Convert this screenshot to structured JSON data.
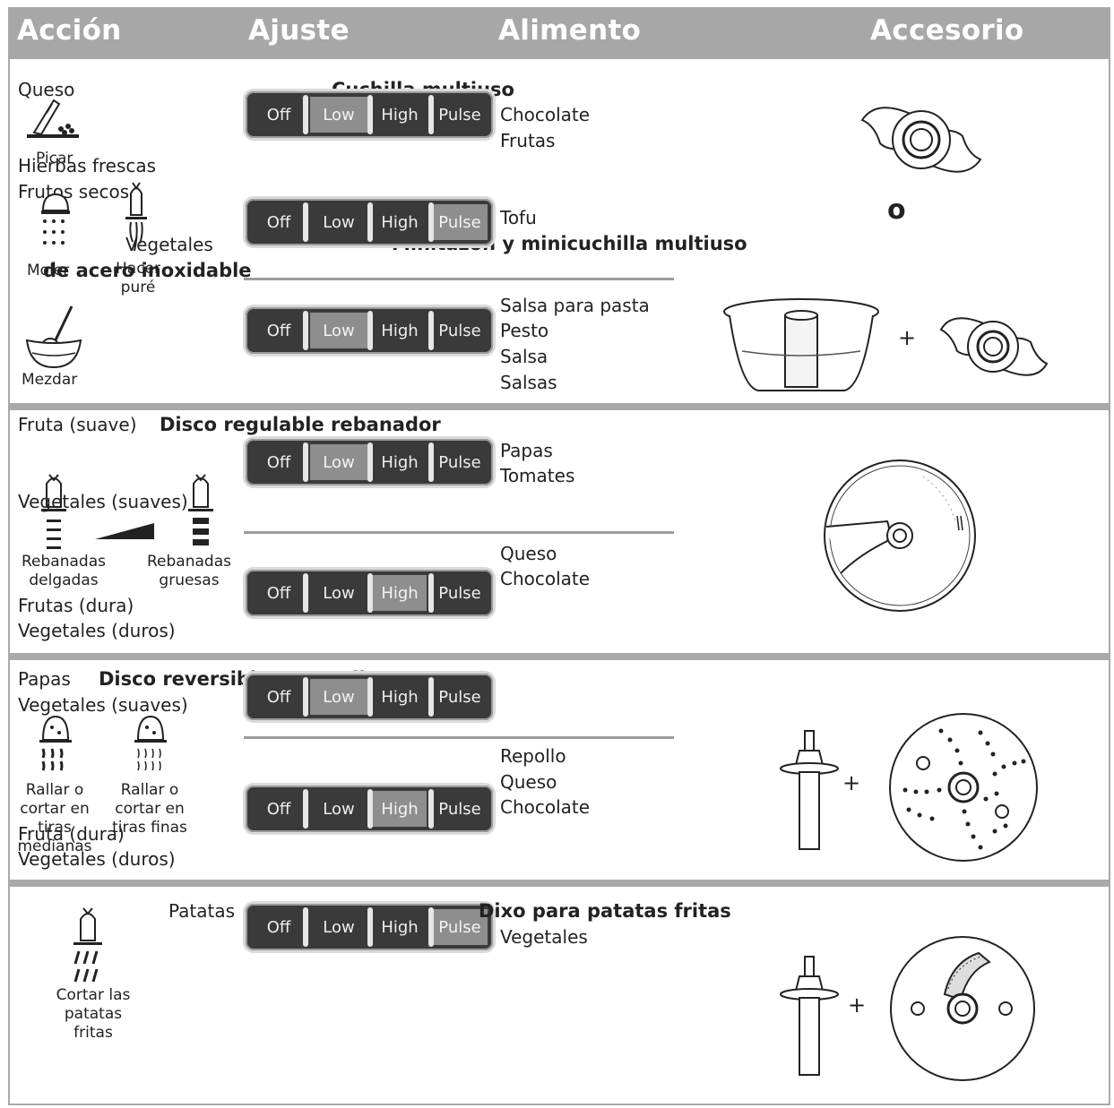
{
  "header": {
    "col_accion": "Acción",
    "col_ajuste": "Ajuste",
    "col_alimento": "Alimento",
    "col_accesorio": "Accesorio"
  },
  "controls": {
    "off": "Off",
    "low": "Low",
    "high": "High",
    "pulse": "Pulse"
  },
  "section1": {
    "accion_picar_food": "Queso",
    "accion_picar_label": "Picar",
    "hierbas": "Hierbas frescas",
    "frutos": "Frutos secos",
    "moler_label": "Moler",
    "vegetales": "Vegetales",
    "pure_label": "Hacer puré",
    "mezclar_label": "Mezdar",
    "accessory_title_1": "Cuchilla multiuso",
    "accessory_title_2": "Minitazón y minicuchilla multiuso",
    "accessory_title_3": "de acero inoxidable",
    "row1_selected": "low",
    "row2_selected": "pulse",
    "row3_selected": "low",
    "row1_foods": [
      "Chocolate",
      "Frutas"
    ],
    "row2_foods": [
      "Tofu"
    ],
    "row3_foods": [
      "Salsa para pasta",
      "Pesto",
      "Salsa",
      "Salsas"
    ],
    "or_text": "o",
    "plus": "+"
  },
  "section2": {
    "title": "Disco regulable rebanador",
    "fruta_suave": "Fruta (suave)",
    "vegetales_suaves": "Vegetales (suaves)",
    "delgadas": "Rebanadas delgadas",
    "gruesas": "Rebanadas gruesas",
    "fruta_dura": "Frutas (dura)",
    "vegetales_duros": "Vegetales (duros)",
    "row1_selected": "low",
    "row2_selected": "high",
    "row1_foods": [
      "Papas",
      "Tomates"
    ],
    "row2_foods": [
      "Queso",
      "Chocolate"
    ]
  },
  "section3": {
    "title": "Disco reversible para rallar",
    "papas": "Papas",
    "vegetales_suaves": "Vegetales (suaves)",
    "rallar_medianas": "Rallar o cortar en tiras medianas",
    "rallar_finas": "Rallar o cortar en tiras finas",
    "fruta_dura": "Fruta (dura)",
    "vegetales_duros": "Vegetales (duros)",
    "row1_selected": "low",
    "row2_selected": "high",
    "row2_foods": [
      "Repollo",
      "Queso",
      "Chocolate"
    ],
    "plus": "+"
  },
  "section4": {
    "title": "Dixo para patatas fritas",
    "patatas": "Patatas",
    "cortar_label": "Cortar las patatas fritas",
    "row1_selected": "pulse",
    "row1_foods": [
      "Vegetales"
    ],
    "plus": "+"
  }
}
